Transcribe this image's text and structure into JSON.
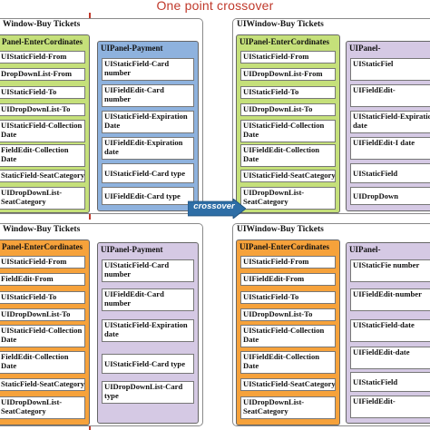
{
  "title": "One point crossover",
  "arrow_label": "crossover",
  "colors": {
    "green_panel": "#c5e07a",
    "blue_panel": "#8eb2de",
    "orange_panel": "#f6a23b",
    "lilac_panel": "#d5c9e4",
    "divider": "#c0392b",
    "arrow": "#2e6ea6"
  },
  "windows": {
    "top_left": {
      "title": "Window-Buy Tickets",
      "left_panel": {
        "title": "Panel-EnterCordinates",
        "fields": [
          "UIStaticField-From",
          "DropDownList-From",
          "UIStaticField-To",
          "UIDropDownList-To",
          "UIStaticField-Collection Date",
          "FieldEdit-Collection Date",
          "StaticField-SeatCategory",
          "UIDropDownList-SeatCategory"
        ]
      },
      "right_panel": {
        "title": "UIPanel-Payment",
        "fields": [
          "UIStaticField-Card number",
          "UIFieldEdit-Card number",
          "UIStaticField-Expiration Date",
          "UIFieldEdit-Expiration date",
          "UIStaticField-Card type",
          "UIFieldEdit-Card type"
        ]
      }
    },
    "top_right": {
      "title": "UIWindow-Buy Tickets",
      "left_panel": {
        "title": "UIPanel-EnterCordinates",
        "fields": [
          "UIStaticField-From",
          "UIDropDownList-From",
          "UIStaticField-To",
          "UIDropDownList-To",
          "UIStaticField-Collection Date",
          "UIFieldEdit-Collection Date",
          "UIStaticField-SeatCategory",
          "UIDropDownList-SeatCategory"
        ]
      },
      "right_panel": {
        "title": "UIPanel-",
        "fields": [
          "UIStaticFiel",
          "UIFieldEdit-",
          "UIStaticField-Expiratio date",
          "UIFieldEdit-I date",
          "UIStaticField",
          "UIDropDown"
        ]
      }
    },
    "bottom_left": {
      "title": "Window-Buy Tickets",
      "left_panel": {
        "title": "Panel-EnterCordinates",
        "fields": [
          "UIStaticField-From",
          "FieldEdit-From",
          "UIStaticField-To",
          "UIDropDownList-To",
          "UIStaticField-Collection Date",
          "FieldEdit-Collection Date",
          "StaticField-SeatCategory",
          "UIDropDownList-SeatCategory"
        ]
      },
      "right_panel": {
        "title": "UIPanel-Payment",
        "fields": [
          "UIStaticField-Card number",
          "UIFieldEdit-Card number",
          "UIStaticField-Expiration date",
          "UIStaticField-Card type",
          "UIDropDownList-Card type"
        ]
      }
    },
    "bottom_right": {
      "title": "UIWindow-Buy Tickets",
      "left_panel": {
        "title": "UIPanel-EnterCordinates",
        "fields": [
          "UIStaticField-From",
          "UIFieldEdit-From",
          "UIStaticField-To",
          "UIDropDownList-To",
          "UIStaticField-Collection Date",
          "UIFieldEdit-Collection Date",
          "UIStaticField-SeatCategory",
          "UIDropDownList-SeatCategory"
        ]
      },
      "right_panel": {
        "title": "UIPanel-",
        "fields": [
          "UIStaticFie number",
          "UIFieldEdit-number",
          "UIStaticField-date",
          "UIFieldEdit-date",
          "UIStaticField",
          "UIFieldEdit-"
        ]
      }
    }
  }
}
